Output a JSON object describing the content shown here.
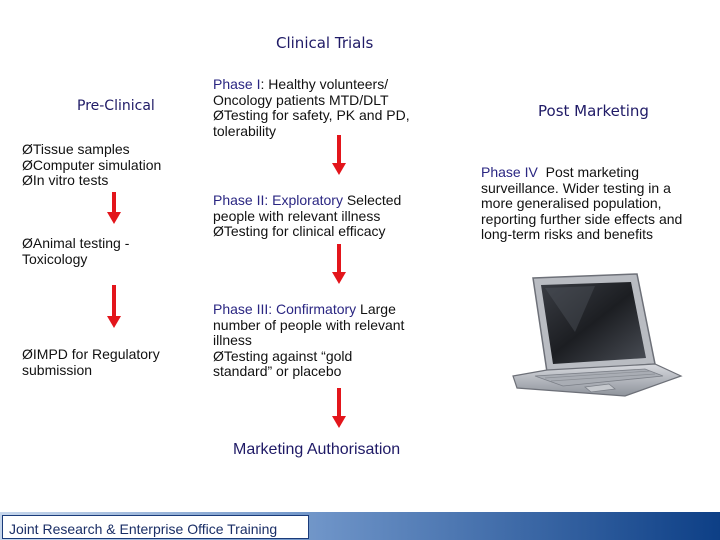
{
  "title": "Clinical Trials",
  "pre_clinical": {
    "heading": "Pre-Clinical",
    "block1": [
      "ØTissue samples",
      "ØComputer simulation",
      "ØIn vitro tests"
    ],
    "block2": [
      "ØAnimal testing -",
      "Toxicology"
    ],
    "block3": [
      "ØIMPD for Regulatory",
      "submission"
    ]
  },
  "phase1": {
    "label": "Phase I",
    "line1_rest": ": Healthy volunteers/",
    "lines": [
      "Oncology patients MTD/DLT",
      "ØTesting for safety, PK and PD,",
      "tolerability"
    ]
  },
  "phase2": {
    "label": "Phase II: Exploratory",
    "line1_rest": " Selected",
    "lines": [
      "people with relevant illness",
      "ØTesting for clinical efficacy"
    ]
  },
  "phase3": {
    "label": "Phase III: Confirmatory",
    "line1_rest": " Large",
    "lines": [
      "number of people with relevant",
      "illness",
      "ØTesting against “gold",
      "standard” or placebo"
    ]
  },
  "marketing_authorisation": "Marketing Authorisation",
  "post_marketing": {
    "heading": "Post Marketing",
    "label": "Phase IV",
    "line1_rest": "  Post marketing",
    "lines": [
      "surveillance.  Wider testing in a",
      "more generalised population,",
      "reporting further side effects and",
      "long-term risks and benefits"
    ]
  },
  "footer": "Joint Research & Enterprise Office Training",
  "colors": {
    "heading": "#1f1a66",
    "arrow": "#e3151b",
    "footer_dark": "#0d3f86"
  }
}
